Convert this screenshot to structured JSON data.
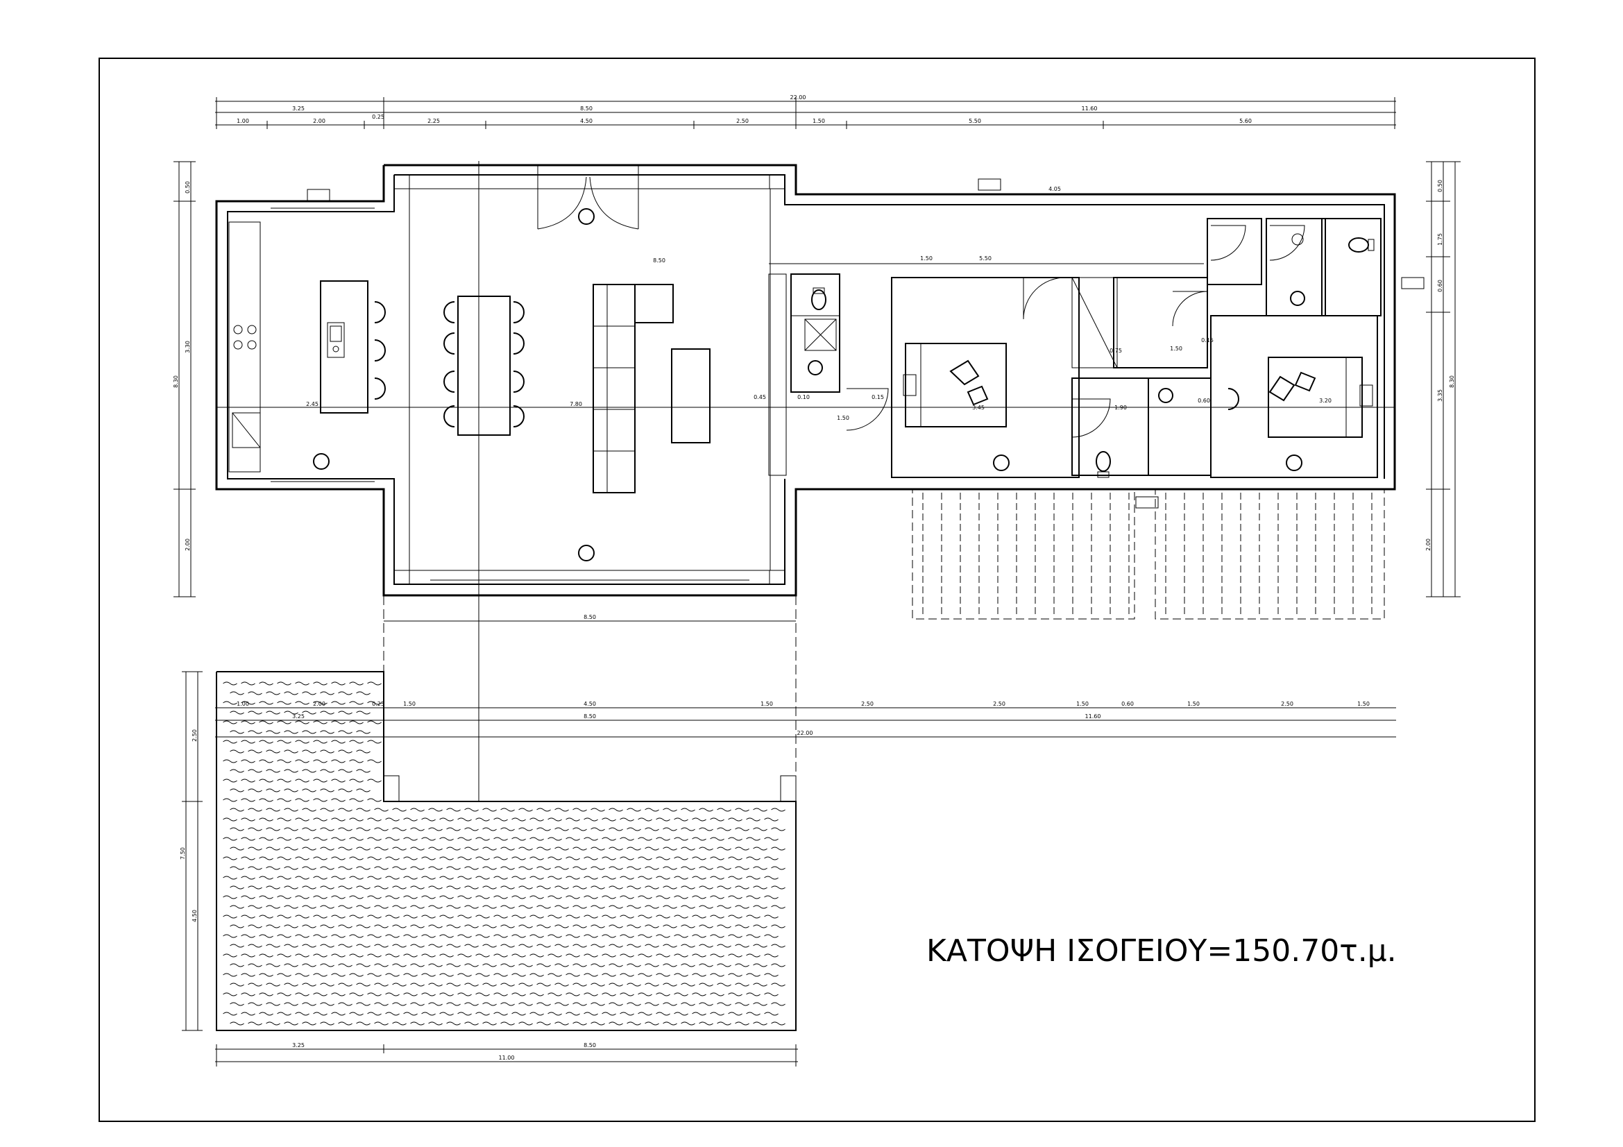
{
  "drawing": {
    "title": "ΚΑΤΟΨΗ ΙΣΟΓΕΙΟΥ=150.70τ.μ.",
    "line_color": "#000000",
    "background": "#ffffff"
  },
  "dimensions": {
    "top_total": "22.00",
    "top_chain_1": [
      "3.25",
      "8.50",
      "11.60"
    ],
    "top_chain_2": [
      "1.00",
      "2.00",
      "0.25",
      "2.25",
      "4.50",
      "2.50",
      "1.50",
      "5.50",
      "5.60"
    ],
    "left_chain": [
      "0.50",
      "3.30",
      "2.00"
    ],
    "left_total": "8.30",
    "right_chain": [
      "0.50",
      "1.75",
      "0.60",
      "3.35",
      "2.00"
    ],
    "right_total": "8.30",
    "mid_chain_1": [
      "1.00",
      "2.00",
      "0.25",
      "1.50",
      "4.50",
      "1.50",
      "2.50",
      "2.50",
      "1.50",
      "0.60",
      "1.50",
      "2.50",
      "1.50"
    ],
    "mid_chain_2": [
      "3.25",
      "8.50",
      "11.60"
    ],
    "mid_total": "22.00",
    "bottom_chain": [
      "3.25",
      "8.50"
    ],
    "bottom_total": "11.00",
    "terrace_left": [
      "2.50",
      "7.50",
      "4.50"
    ],
    "interior": [
      "2.45",
      "7.80",
      "0.45",
      "0.10",
      "0.15",
      "1.50",
      "3.45",
      "0.75",
      "1.90",
      "1.50",
      "0.15",
      "0.60",
      "3.20",
      "1.50",
      "4.05",
      "5.50",
      "8.50"
    ]
  },
  "icons": [
    "ceiling-light-icon",
    "window-marker-icon",
    "door-swing-icon",
    "bed-icon",
    "toilet-icon",
    "sink-icon",
    "stove-icon",
    "sofa-icon",
    "dining-table-icon"
  ]
}
